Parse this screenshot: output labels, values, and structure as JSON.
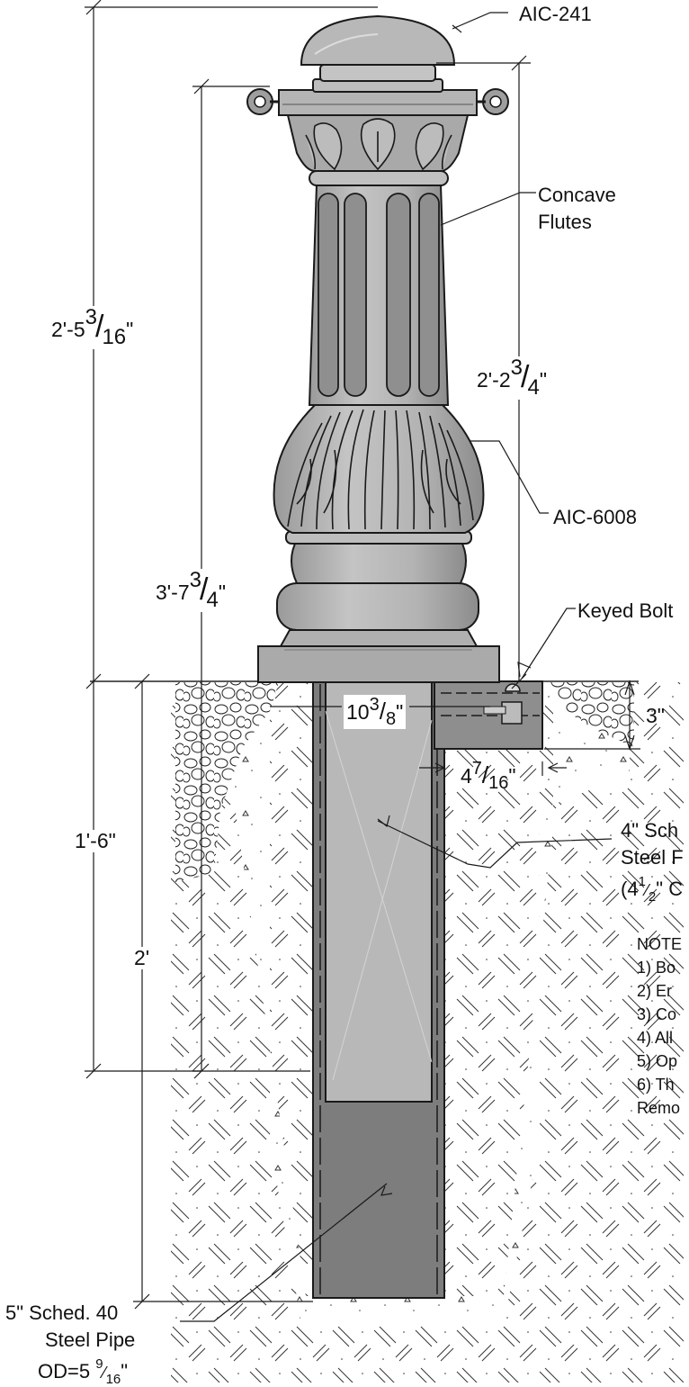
{
  "callouts": {
    "cap": "AIC-241",
    "flutes_line1": "Concave",
    "flutes_line2": "Flutes",
    "body": "AIC-6008",
    "keyed_bolt": "Keyed Bolt",
    "pipe4_line1": "4\" Sch",
    "pipe4_line2": "Steel F",
    "pipe4_line3_pre": "(4",
    "pipe4_line3_num": "1",
    "pipe4_line3_den": "2",
    "pipe4_line3_post": "\" C",
    "pipe5_line1": "5\" Sched. 40",
    "pipe5_line2": "Steel Pipe",
    "pipe5_line3_pre": "OD=5 ",
    "pipe5_line3_num": "9",
    "pipe5_line3_den": "16",
    "pipe5_line3_post": "\""
  },
  "dimensions": {
    "overall_whole": "2'-5",
    "overall_num": "3",
    "overall_den": "16",
    "overall_unit": "\"",
    "body_whole": "2'-2",
    "body_num": "3",
    "body_den": "4",
    "body_unit": "\"",
    "below_cap_whole": "3'-7",
    "below_cap_num": "3",
    "below_cap_den": "4",
    "below_cap_unit": "\"",
    "embed": "1'-6\"",
    "pipe_depth": "2'",
    "base_width_whole": "10",
    "base_width_num": "3",
    "base_width_den": "8",
    "base_width_unit": "\"",
    "bolt_offset_whole": "4",
    "bolt_offset_num": "7",
    "bolt_offset_den": "16",
    "bolt_offset_unit": "\"",
    "footing_depth": "3\""
  },
  "notes": {
    "title": "NOTE",
    "items": [
      "1) Bo",
      "2) Er",
      "3) Co",
      "4) All",
      "5) Op",
      "6) Th",
      "Remo"
    ]
  },
  "colors": {
    "bollard": "#b7b7b7",
    "bollard_dark": "#8e8e8e",
    "pipe_upper": "#b5b5b5",
    "pipe_lower": "#7a7a7a",
    "line": "#1a1a1a"
  }
}
